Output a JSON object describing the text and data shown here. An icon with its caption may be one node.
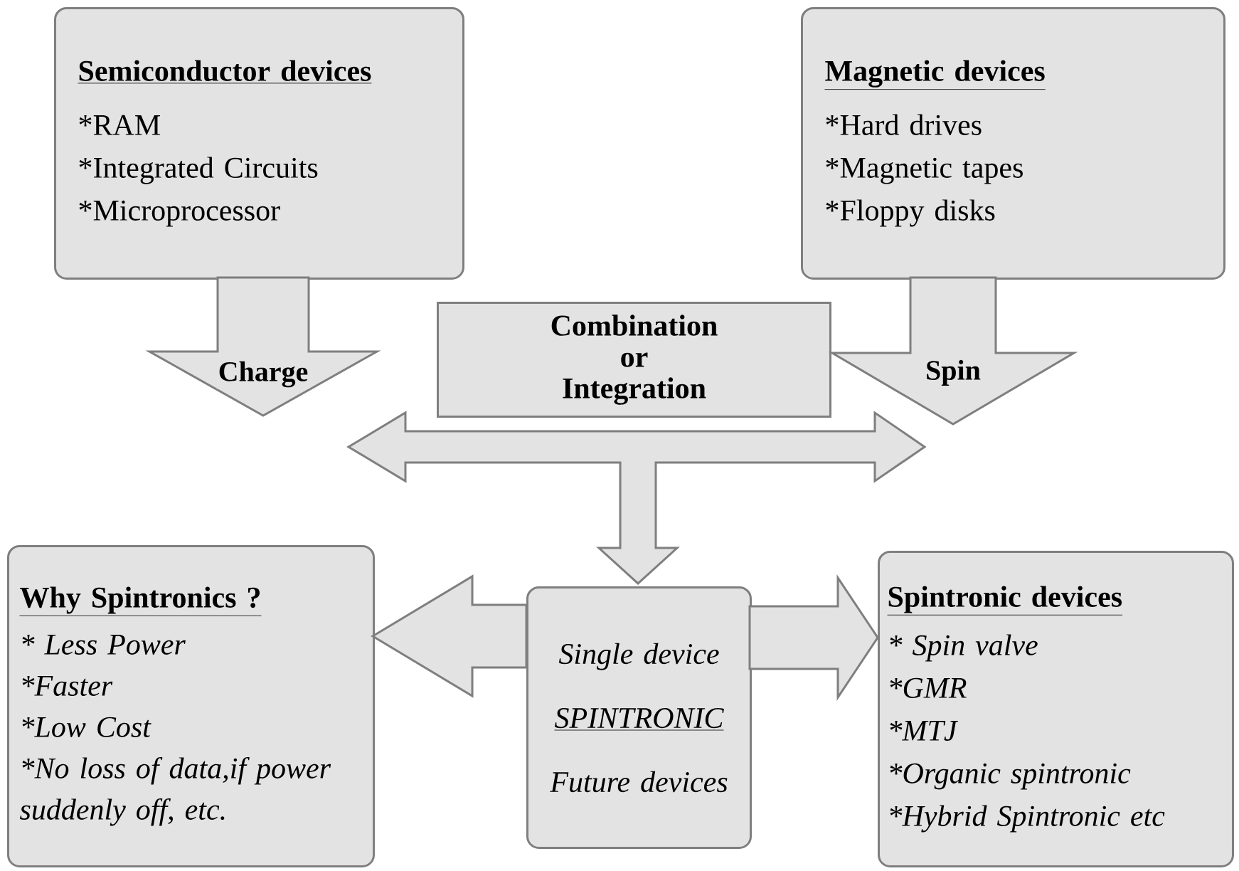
{
  "diagram": {
    "nodes": [
      {
        "text": [
          "Semiconductor devices",
          "*RAM",
          "*Integrated Circuits",
          "*Microprocessor"
        ]
      },
      {
        "text": [
          "Magnetic devices",
          "*Hard drives",
          "*Magnetic tapes",
          "*Floppy disks"
        ]
      },
      {
        "text": [
          "Combination or Integration"
        ]
      },
      {
        "text": [
          "Why Spintronics ?",
          "* Less Power",
          "*Faster",
          "*Low Cost",
          "*No loss of data,if power suddenly off, etc."
        ]
      },
      {
        "text": [
          "Single device",
          "SPINTRONIC",
          "Future devices"
        ]
      },
      {
        "text": [
          "Spintronic devices",
          "* Spin valve",
          "*GMR",
          "*MTJ",
          "*Organic spintronic",
          "*Hybrid Spintronic etc"
        ]
      }
    ],
    "edges": [
      {
        "from": 0,
        "to": null,
        "arrow": "to",
        "label": "Charge"
      },
      {
        "from": 1,
        "to": null,
        "arrow": "to",
        "label": "Spin"
      },
      {
        "from": 2,
        "to": 4,
        "arrow": "to"
      },
      {
        "from": 4,
        "to": 3,
        "arrow": "to"
      },
      {
        "from": 4,
        "to": 5,
        "arrow": "to"
      }
    ]
  }
}
